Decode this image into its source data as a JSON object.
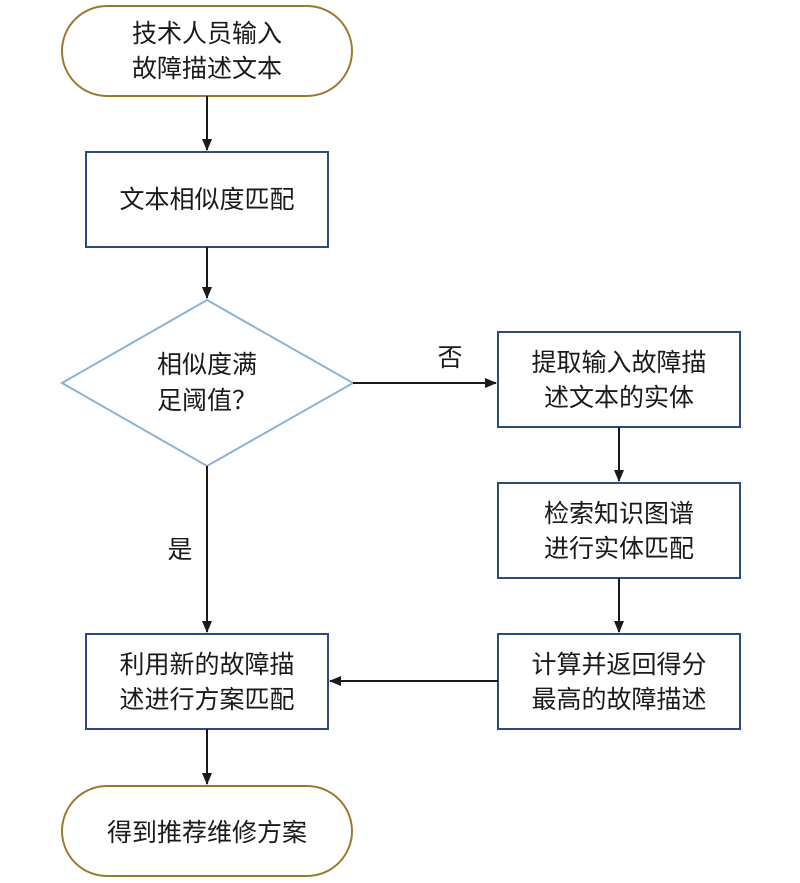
{
  "colors": {
    "terminal_border": "#9b7a2e",
    "process_border": "#2b4c7e",
    "decision_border": "#8bb3d6",
    "arrow": "#1a1a1a"
  },
  "nodes": {
    "start": {
      "line1": "技术人员输入",
      "line2": "故障描述文本"
    },
    "similarity": {
      "line1": "文本相似度匹配"
    },
    "decision": {
      "line1": "相似度满",
      "line2": "足阈值？"
    },
    "extract": {
      "line1": "提取输入故障描",
      "line2": "述文本的实体"
    },
    "kg_search": {
      "line1": "检索知识图谱",
      "line2": "进行实体匹配"
    },
    "top_score": {
      "line1": "计算并返回得分",
      "line2": "最高的故障描述"
    },
    "scheme_match": {
      "line1": "利用新的故障描",
      "line2": "述进行方案匹配"
    },
    "end": {
      "line1": "得到推荐维修方案"
    }
  },
  "edges": {
    "no_label": "否",
    "yes_label": "是"
  }
}
